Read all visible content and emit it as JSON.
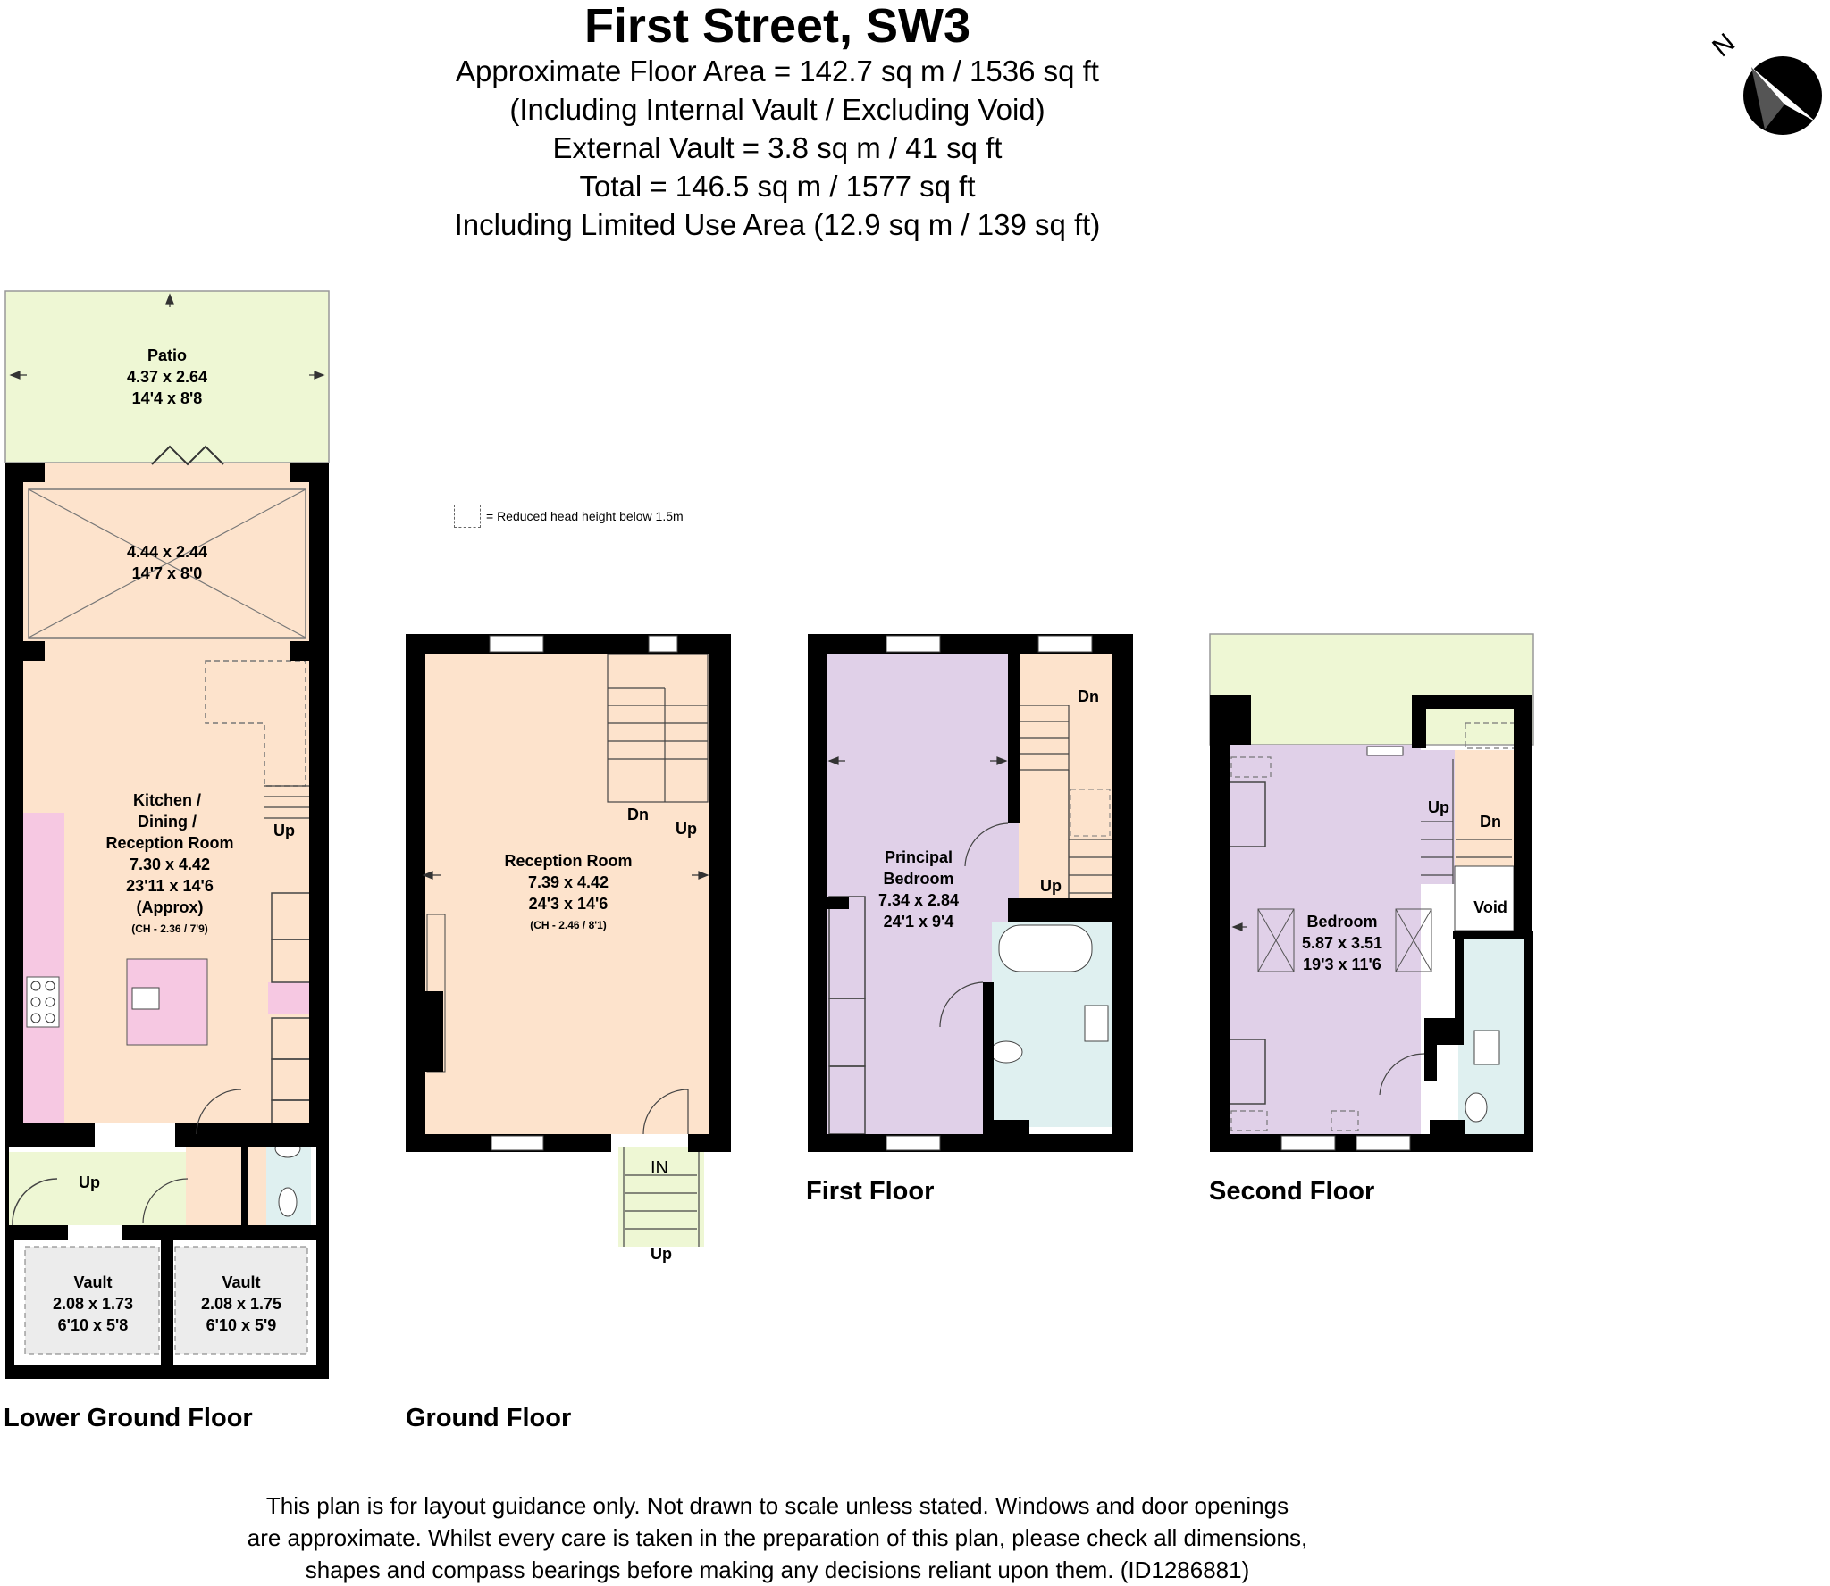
{
  "header": {
    "title": "First Street, SW3",
    "lines": [
      "Approximate Floor Area = 142.7 sq m / 1536 sq ft",
      "(Including Internal Vault / Excluding Void)",
      "External Vault = 3.8 sq m / 41 sq ft",
      "Total = 146.5 sq m / 1577 sq ft",
      "Including Limited Use Area (12.9 sq m / 139 sq ft)"
    ]
  },
  "legend": {
    "text": "= Reduced head height below 1.5m"
  },
  "compass": {
    "letter": "N"
  },
  "floors": {
    "lower_ground": "Lower Ground Floor",
    "ground": "Ground Floor",
    "first": "First Floor",
    "second": "Second Floor"
  },
  "rooms": {
    "patio": {
      "name": "Patio",
      "metric": "4.37 x 2.64",
      "imperial": "14'4 x 8'8"
    },
    "conservatory": {
      "metric": "4.44 x 2.44",
      "imperial": "14'7 x 8'0"
    },
    "kitchen": {
      "l1": "Kitchen /",
      "l2": "Dining /",
      "l3": "Reception Room",
      "metric": "7.30 x 4.42",
      "imperial": "23'11 x 14'6",
      "approx": "(Approx)",
      "ch": "(CH - 2.36 / 7'9)"
    },
    "vault1": {
      "name": "Vault",
      "metric": "2.08 x 1.73",
      "imperial": "6'10 x 5'8"
    },
    "vault2": {
      "name": "Vault",
      "metric": "2.08 x 1.75",
      "imperial": "6'10 x 5'9"
    },
    "reception": {
      "name": "Reception Room",
      "metric": "7.39 x 4.42",
      "imperial": "24'3 x 14'6",
      "ch": "(CH - 2.46 / 8'1)"
    },
    "principal": {
      "l1": "Principal",
      "l2": "Bedroom",
      "metric": "7.34 x 2.84",
      "imperial": "24'1 x 9'4"
    },
    "bedroom": {
      "name": "Bedroom",
      "metric": "5.87 x 3.51",
      "imperial": "19'3 x 11'6"
    },
    "void": {
      "name": "Void"
    }
  },
  "stairs": {
    "up": "Up",
    "dn": "Dn",
    "in": "IN"
  },
  "footer": {
    "lines": [
      "This plan is for layout guidance only. Not drawn to scale unless stated. Windows and door openings",
      "are approximate. Whilst every care is taken in the preparation of this plan, please check all dimensions,",
      "shapes and compass bearings before making any decisions reliant upon them. (ID1286881)"
    ]
  },
  "colors": {
    "patio": "#eef7d4",
    "peach": "#fde3cc",
    "lilac": "#e0d0e8",
    "bath": "#dff0f0",
    "pink": "#f6c8e2",
    "vault": "#ececec",
    "wall": "#000000"
  }
}
